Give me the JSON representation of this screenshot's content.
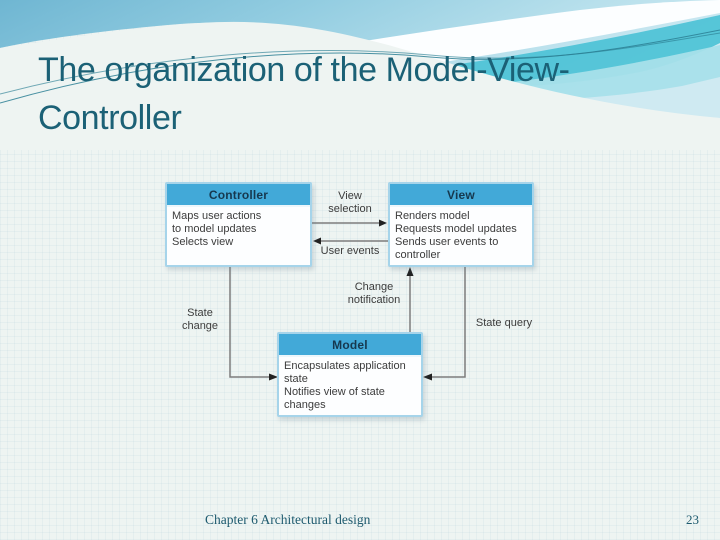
{
  "slide": {
    "title": "The organization of the Model-View-Controller",
    "footer": {
      "text": "Chapter 6 Architectural design",
      "page_number": "23"
    }
  },
  "diagram": {
    "boxes": [
      {
        "name": "Controller",
        "title": "Controller",
        "body": "Maps user actions\nto model updates\nSelects view"
      },
      {
        "name": "View",
        "title": "View",
        "body": "Renders model\nRequests model updates\nSends user events to\ncontroller"
      },
      {
        "name": "Model",
        "title": "Model",
        "body": "Encapsulates application\nstate\nNotifies view of state\nchanges"
      }
    ],
    "labels": [
      {
        "text": "View\nselection"
      },
      {
        "text": "User events"
      },
      {
        "text": "State\nchange"
      },
      {
        "text": "Change\nnotification"
      },
      {
        "text": "State query"
      }
    ],
    "edges": [
      {
        "from": "Controller",
        "to": "View",
        "label": "View selection"
      },
      {
        "from": "View",
        "to": "Controller",
        "label": "User events"
      },
      {
        "from": "Controller",
        "to": "Model",
        "label": "State change"
      },
      {
        "from": "Model",
        "to": "View",
        "label": "Change notification"
      },
      {
        "from": "View",
        "to": "Model",
        "label": "State query"
      }
    ]
  },
  "colors": {
    "title_text": "#1b6176",
    "box_header_fill": "#42a9d8",
    "box_border": "#a6d4ea",
    "box_header_text": "#16384e",
    "diagram_text": "#3c3c3c",
    "arrow_line": "#7d7d7d",
    "footer_text": "#1d5a6e",
    "slide_background": "#eef4f2",
    "wave_sky": "#6fb6d2",
    "wave_cyan": "#4cc2d6",
    "wave_cyan_light": "#a8e0ea",
    "wave_accent_line": "#2b7f94"
  }
}
